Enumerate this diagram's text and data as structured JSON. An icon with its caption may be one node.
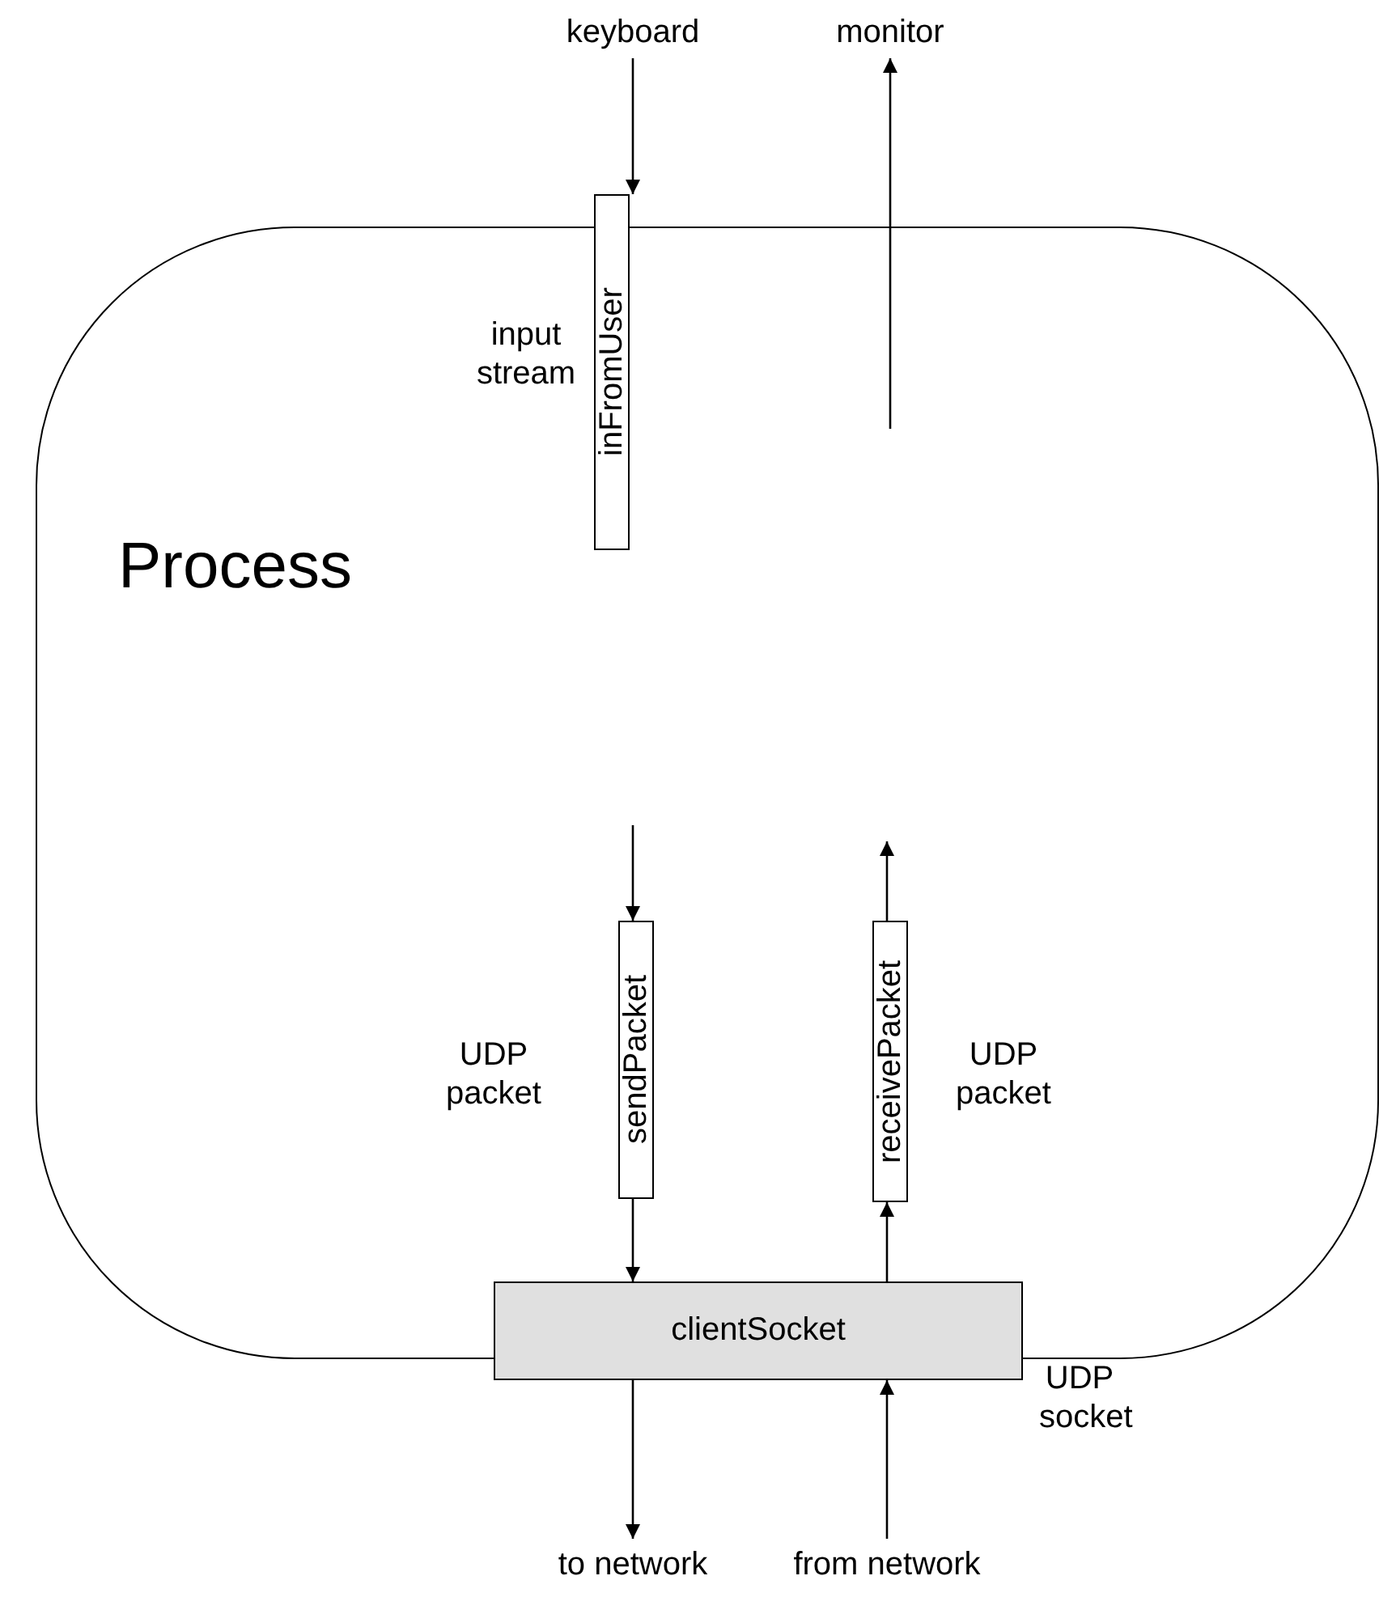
{
  "diagram": {
    "nodes": [
      {
        "text": [
          "keyboard"
        ]
      },
      {
        "text": [
          "monitor"
        ]
      },
      {
        "text": [
          "Process"
        ]
      },
      {
        "text": [
          "inFromUser"
        ],
        "beside": [
          "input stream"
        ]
      },
      {
        "text": [
          "sendPacket"
        ],
        "in": 2,
        "beside": [
          "UDP packet"
        ]
      },
      {
        "text": [
          "receivePacket"
        ],
        "in": 2,
        "beside": [
          "UDP packet"
        ]
      },
      {
        "text": [
          "clientSocket"
        ],
        "beside": [
          "UDP socket"
        ]
      },
      {
        "text": [
          "to network"
        ]
      },
      {
        "text": [
          "from network"
        ]
      }
    ],
    "edges": [
      {
        "from": 0,
        "to": 3,
        "arrow": "to"
      },
      {
        "from": null,
        "to": 1,
        "arrow": "to"
      },
      {
        "from": null,
        "to": 4,
        "arrow": "to"
      },
      {
        "from": 5,
        "to": null,
        "arrow": "to"
      },
      {
        "from": 4,
        "to": 6,
        "arrow": "to"
      },
      {
        "from": 6,
        "to": 5,
        "arrow": "to"
      },
      {
        "from": 6,
        "to": 7,
        "arrow": "to"
      },
      {
        "from": 8,
        "to": 6,
        "arrow": "to"
      }
    ]
  }
}
